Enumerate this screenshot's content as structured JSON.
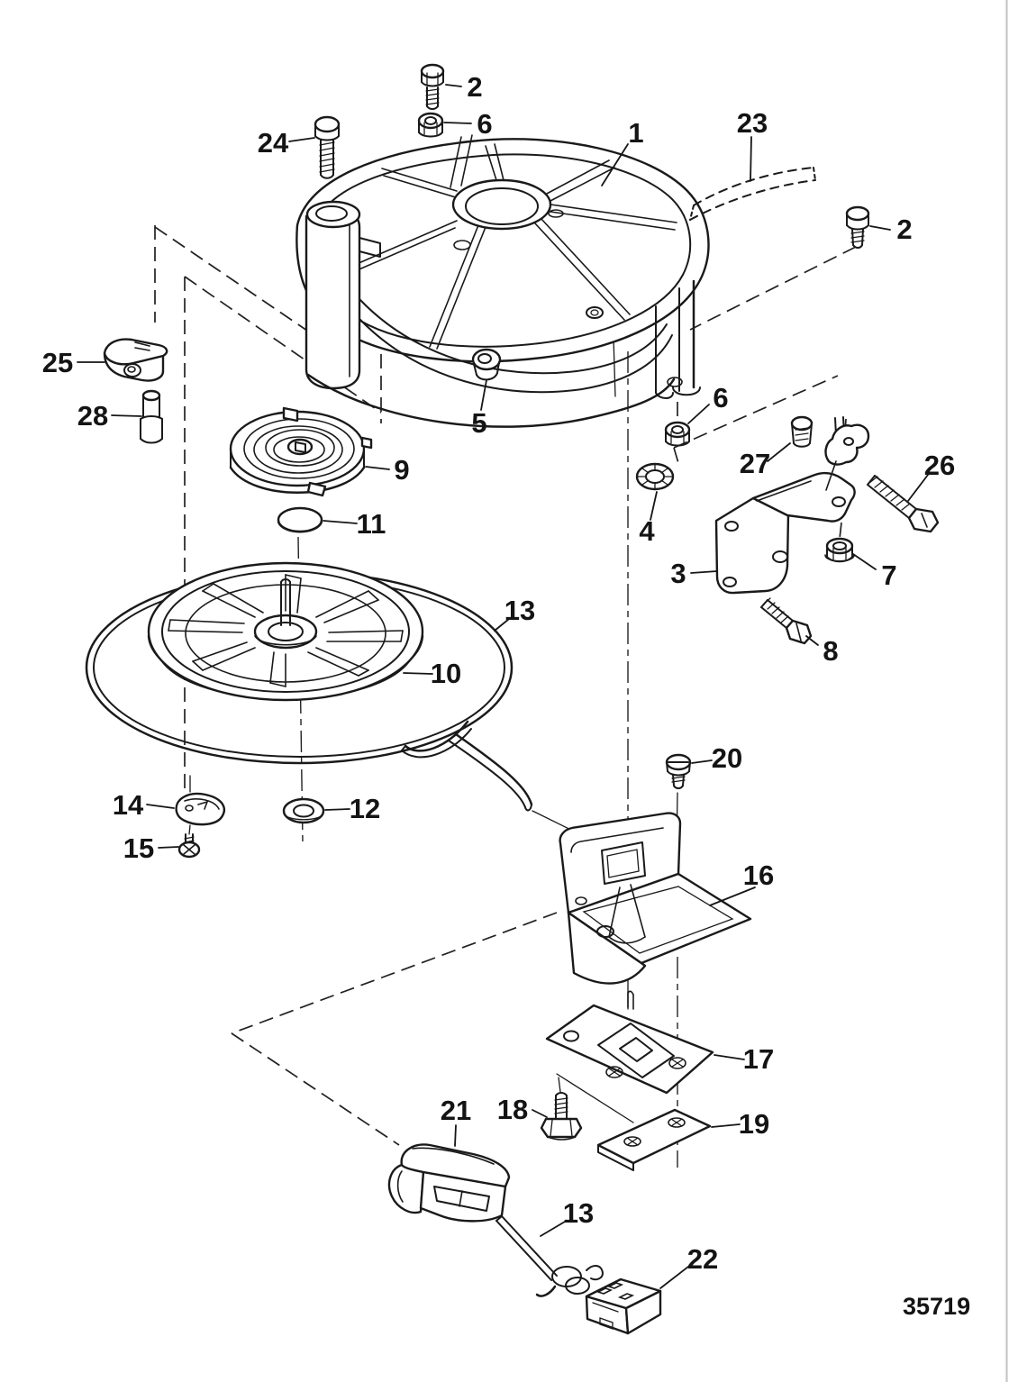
{
  "drawing": {
    "number": "35719",
    "background_color": "#ffffff",
    "line_color": "#1a1a1a",
    "edge_line_color": "#c2c2c2"
  },
  "callouts": [
    {
      "id": "callout-2-top",
      "label": "2"
    },
    {
      "id": "callout-6-top",
      "label": "6"
    },
    {
      "id": "callout-24",
      "label": "24"
    },
    {
      "id": "callout-1",
      "label": "1"
    },
    {
      "id": "callout-23",
      "label": "23"
    },
    {
      "id": "callout-2-right",
      "label": "2"
    },
    {
      "id": "callout-25",
      "label": "25"
    },
    {
      "id": "callout-28",
      "label": "28"
    },
    {
      "id": "callout-9",
      "label": "9"
    },
    {
      "id": "callout-11",
      "label": "11"
    },
    {
      "id": "callout-5",
      "label": "5"
    },
    {
      "id": "callout-6-mid",
      "label": "6"
    },
    {
      "id": "callout-27",
      "label": "27"
    },
    {
      "id": "callout-26",
      "label": "26"
    },
    {
      "id": "callout-3",
      "label": "3"
    },
    {
      "id": "callout-7",
      "label": "7"
    },
    {
      "id": "callout-8",
      "label": "8"
    },
    {
      "id": "callout-4",
      "label": "4"
    },
    {
      "id": "callout-13-loop",
      "label": "13"
    },
    {
      "id": "callout-10",
      "label": "10"
    },
    {
      "id": "callout-14",
      "label": "14"
    },
    {
      "id": "callout-15",
      "label": "15"
    },
    {
      "id": "callout-12",
      "label": "12"
    },
    {
      "id": "callout-20",
      "label": "20"
    },
    {
      "id": "callout-16",
      "label": "16"
    },
    {
      "id": "callout-17",
      "label": "17"
    },
    {
      "id": "callout-18",
      "label": "18"
    },
    {
      "id": "callout-19",
      "label": "19"
    },
    {
      "id": "callout-21",
      "label": "21"
    },
    {
      "id": "callout-13-rope",
      "label": "13"
    },
    {
      "id": "callout-22",
      "label": "22"
    }
  ]
}
